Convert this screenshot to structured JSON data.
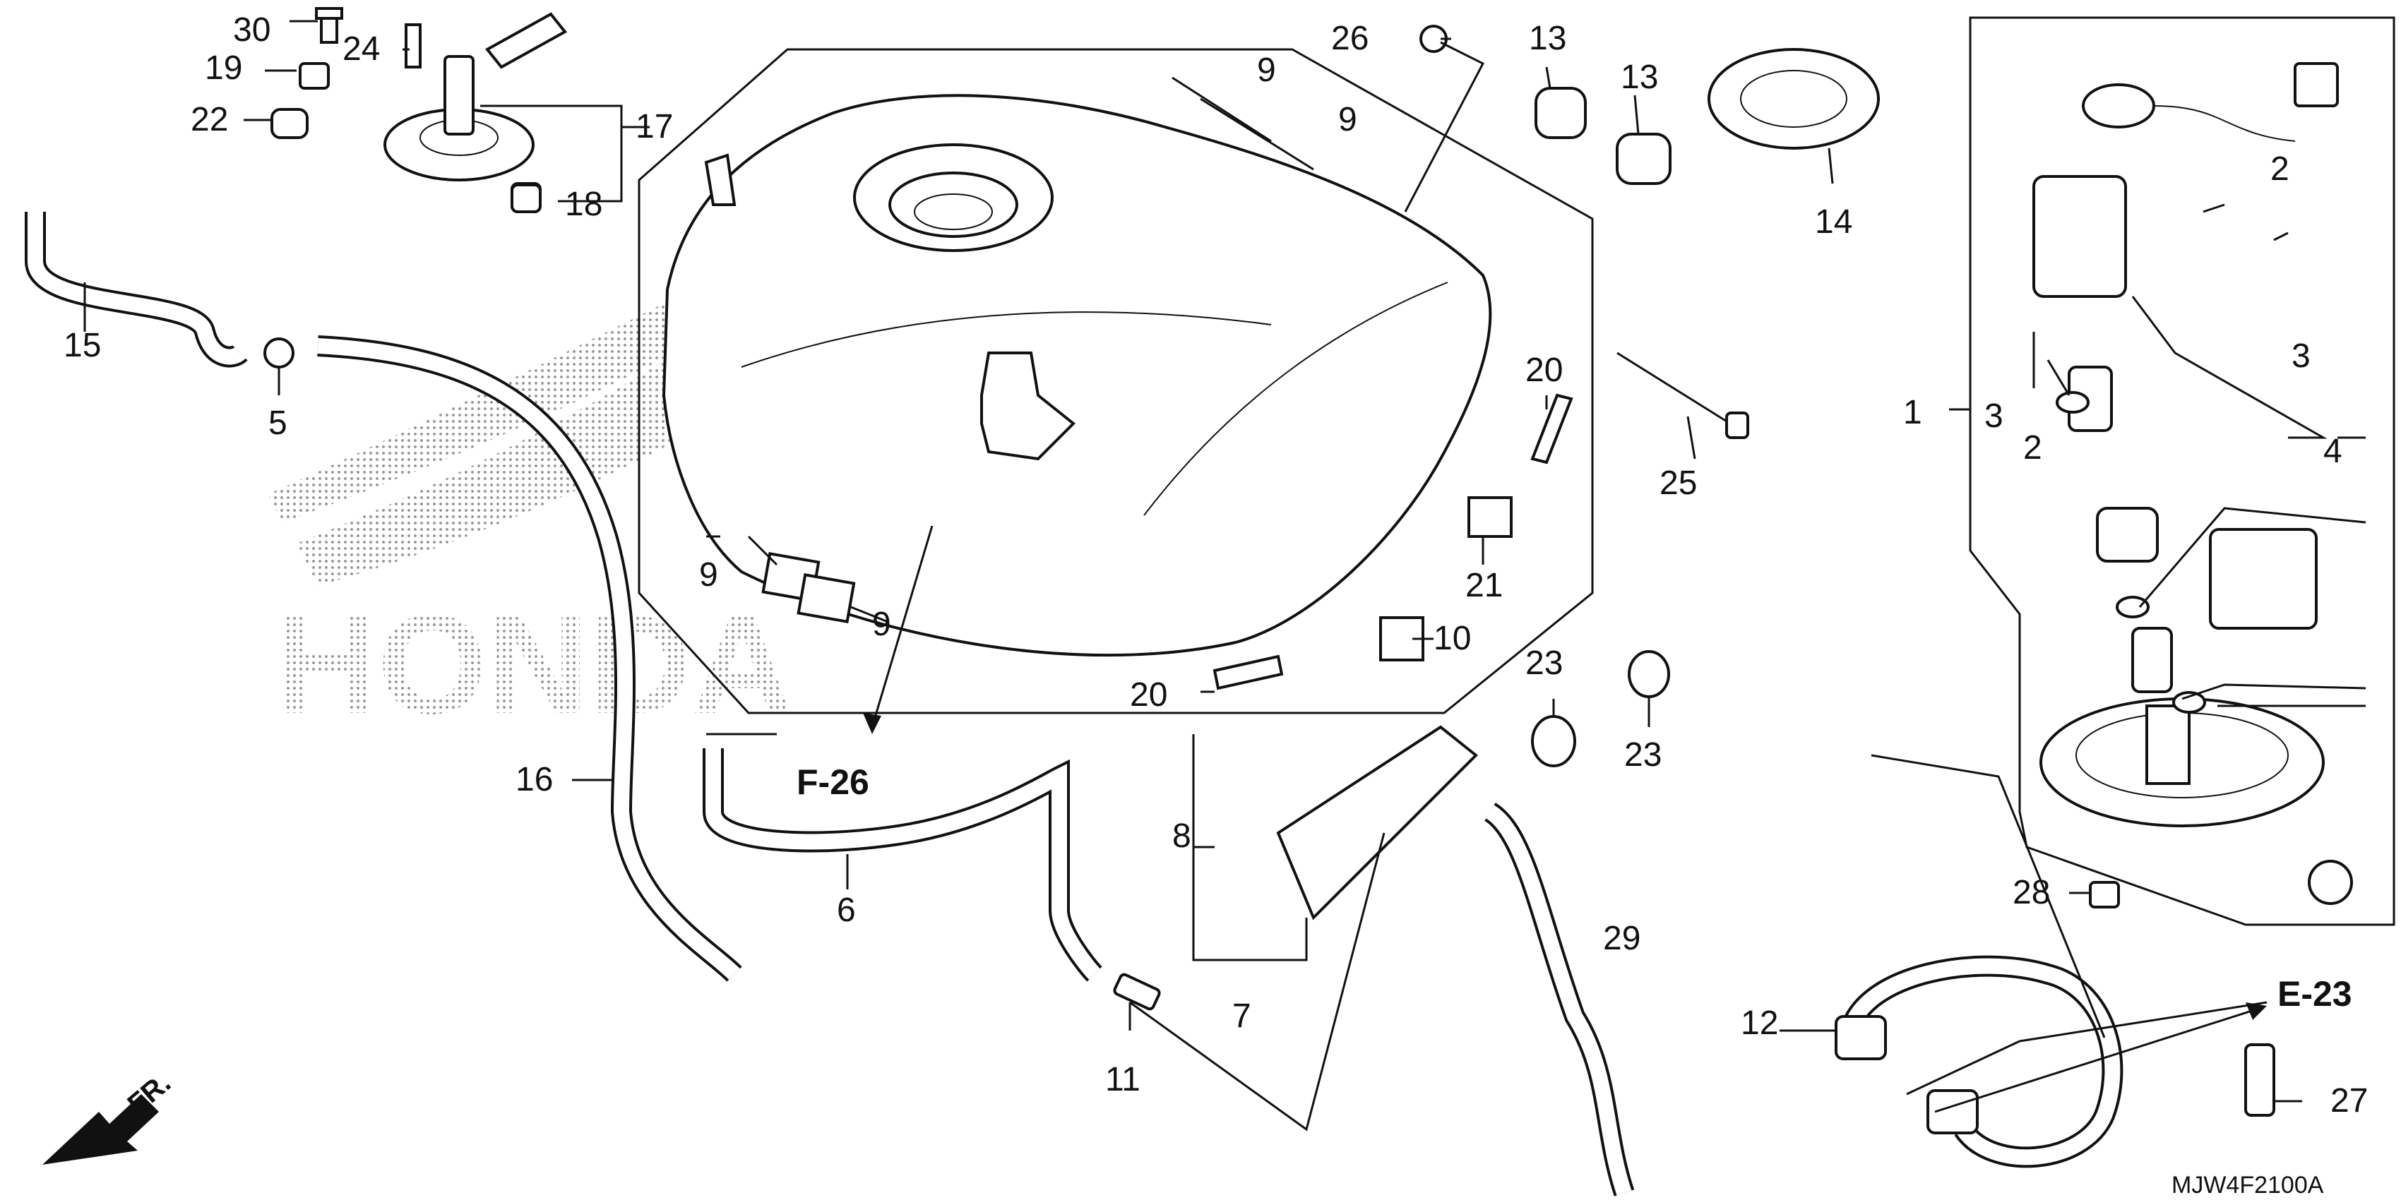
{
  "diagram_code": "MJW4F2100A",
  "front_marker": "FR.",
  "refs": {
    "f26": "F-26",
    "e23": "E-23"
  },
  "watermark": "HONDA",
  "callouts": {
    "c1": "1",
    "c2a": "2",
    "c2b": "2",
    "c3a": "3",
    "c3b": "3",
    "c4": "4",
    "c5": "5",
    "c6": "6",
    "c7": "7",
    "c8": "8",
    "c9a": "9",
    "c9b": "9",
    "c9c": "9",
    "c9d": "9",
    "c10": "10",
    "c11": "11",
    "c12": "12",
    "c13a": "13",
    "c13b": "13",
    "c14": "14",
    "c15": "15",
    "c16": "16",
    "c17": "17",
    "c18": "18",
    "c19": "19",
    "c20a": "20",
    "c20b": "20",
    "c21": "21",
    "c22": "22",
    "c23a": "23",
    "c23b": "23",
    "c24": "24",
    "c25": "25",
    "c26": "26",
    "c27": "27",
    "c28": "28",
    "c29": "29",
    "c30": "30"
  }
}
